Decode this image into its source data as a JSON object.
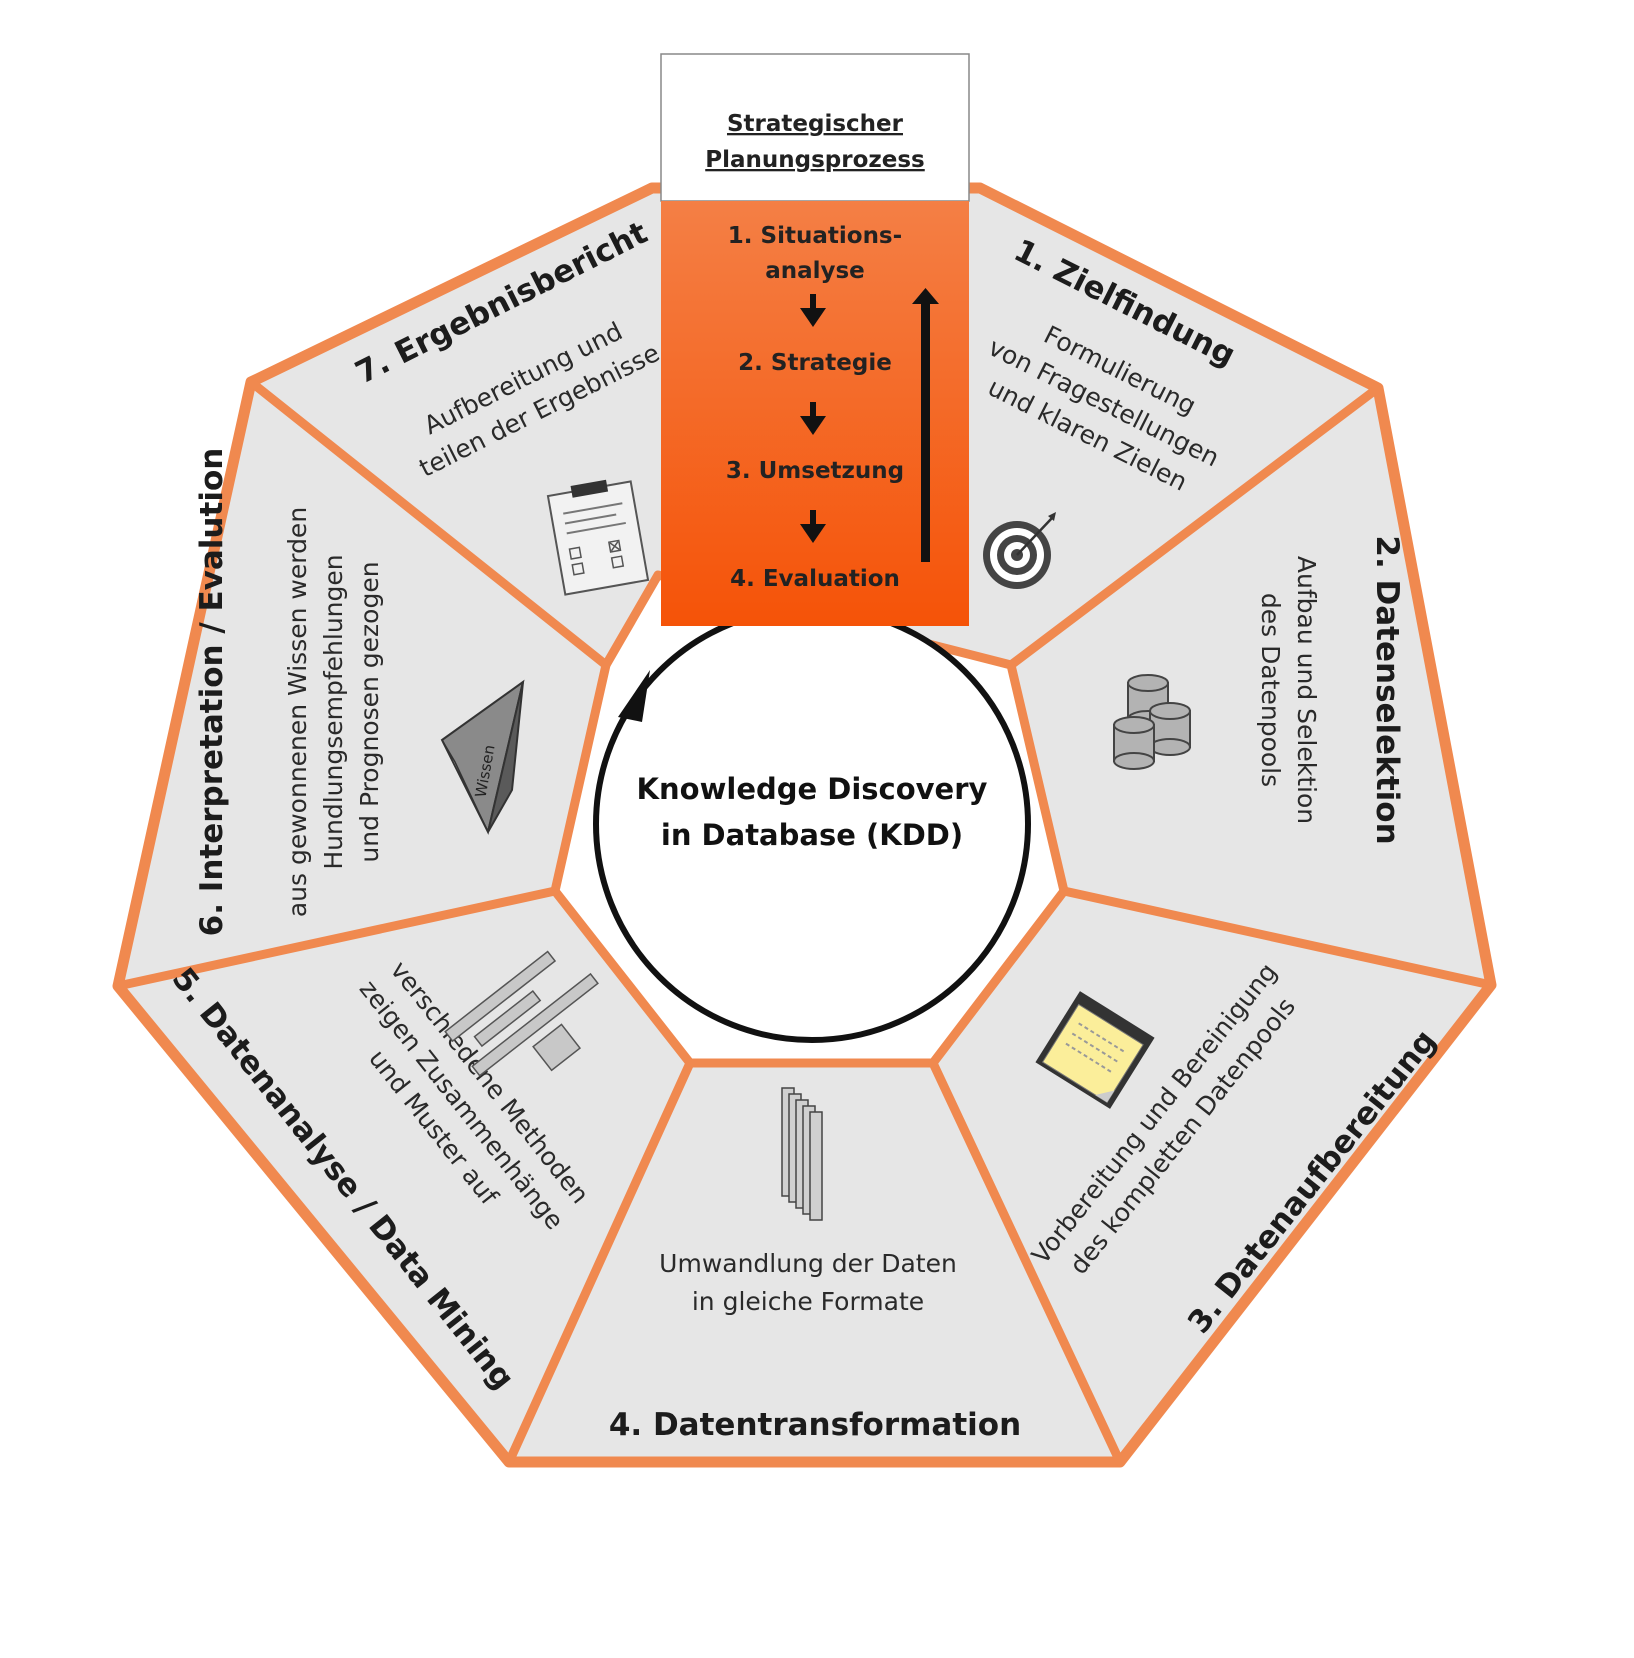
{
  "center": {
    "line1": "Knowledge Discovery",
    "line2": "in Database (KDD)"
  },
  "planning": {
    "title_line1": "Strategischer",
    "title_line2": "Planungsprozess",
    "steps": [
      {
        "label_line1": "1. Situations-",
        "label_line2": "analyse"
      },
      {
        "label_line1": "2. Strategie"
      },
      {
        "label_line1": "3. Umsetzung"
      },
      {
        "label_line1": "4. Evaluation"
      }
    ]
  },
  "segments": [
    {
      "title": "1. Zielfindung",
      "desc": [
        "Formulierung",
        "von Fragestellungen",
        "und klaren Zielen"
      ],
      "icon": "target-icon"
    },
    {
      "title": "2. Datenselektion",
      "desc": [
        "Aufbau und Selektion",
        "des Datenpools"
      ],
      "icon": "database-icon"
    },
    {
      "title": "3. Datenaufbereitung",
      "desc": [
        "Vorbereitung und Bereinigung",
        "des kompletten Datenpools"
      ],
      "icon": "notepad-icon"
    },
    {
      "title": "4. Datentransformation",
      "desc": [
        "Umwandlung der Daten",
        "in gleiche Formate"
      ],
      "icon": "stacked-pages-icon"
    },
    {
      "title": "5. Datenanalyse / Data Mining",
      "desc": [
        "verschiedene Methoden",
        "zeigen Zusammenhänge",
        "und Muster auf"
      ],
      "icon": "bar-chart-icon"
    },
    {
      "title": "6. Interpretation / Evalution",
      "desc": [
        "aus gewonnenen Wissen werden",
        "Hundlungsempfehlungen",
        "und Prognosen gezogen"
      ],
      "icon": "knowledge-pyramid-icon"
    },
    {
      "title": "7. Ergebnisbericht",
      "desc": [
        "Aufbereitung und",
        "teilen der Ergebnisse"
      ],
      "icon": "report-clipboard-icon"
    }
  ],
  "colors": {
    "border": "#f0894f",
    "segment_fill": "#e6e6e6",
    "box_orange_top": "#f47f45",
    "box_orange_bottom": "#f55308"
  },
  "pyramid_label": "Wissen"
}
